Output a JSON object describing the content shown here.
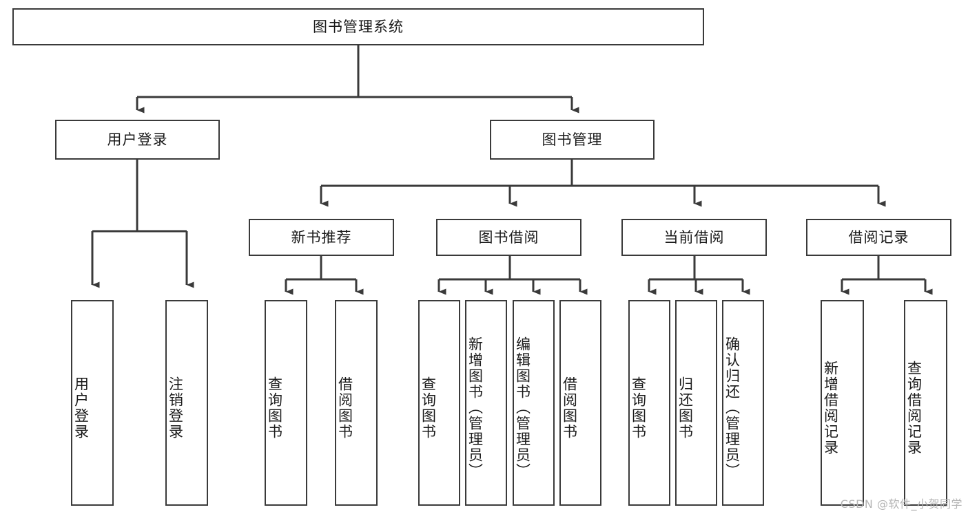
{
  "diagram": {
    "type": "tree",
    "title": "图书管理系统",
    "watermark": "CSDN @软件_小贺同学",
    "colors": {
      "stroke": "#3a3a3a",
      "fill": "#ffffff",
      "text": "#1a1a1a",
      "watermark": "#b4b4b4"
    },
    "root": {
      "label": "图书管理系统"
    },
    "level2": [
      {
        "label": "用户登录"
      },
      {
        "label": "图书管理"
      }
    ],
    "level3": [
      {
        "label": "新书推荐"
      },
      {
        "label": "图书借阅"
      },
      {
        "label": "当前借阅"
      },
      {
        "label": "借阅记录"
      }
    ],
    "leaves": {
      "user_login": [
        {
          "label": "用户登录"
        },
        {
          "label": "注销登录"
        }
      ],
      "new_book_recommend": [
        {
          "label": "查询图书"
        },
        {
          "label": "借阅图书"
        }
      ],
      "book_borrow": [
        {
          "label": "查询图书"
        },
        {
          "label": "新增图书（管理员）"
        },
        {
          "label": "编辑图书（管理员）"
        },
        {
          "label": "借阅图书"
        }
      ],
      "current_borrow": [
        {
          "label": "查询图书"
        },
        {
          "label": "归还图书"
        },
        {
          "label": "确认归还（管理员）"
        }
      ],
      "borrow_record": [
        {
          "label": "新增借阅记录"
        },
        {
          "label": "查询借阅记录"
        }
      ]
    }
  }
}
